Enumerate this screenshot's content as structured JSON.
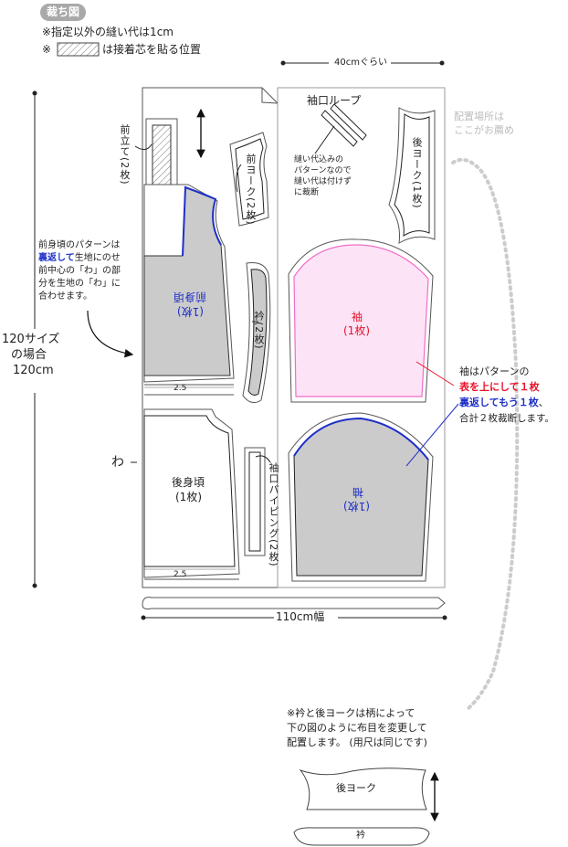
{
  "header": {
    "badge": "裁ち図",
    "seam_note": "※指定以外の縫い代は1cm",
    "interfacing_mark": "※",
    "interfacing_note": "は接着芯を貼る位置"
  },
  "dimensions": {
    "width_top": "40cmぐらい",
    "fabric_width": "110cm幅",
    "size_line1": "120サイズ",
    "size_line2": "の場合",
    "size_line3": "120cm",
    "fold": "わ"
  },
  "pieces": {
    "front_placket": "前立て(2枚)",
    "front_yoke": "前ヨーク(2枚)",
    "front_body": "前身頃",
    "front_body_count": "(1枚)",
    "collar": "衿(2枚)",
    "back_body": "後身頃",
    "back_body_count": "(1枚)",
    "cuff_binding": "袖口パイピング(2枚)",
    "cuff_loop": "袖口ループ",
    "back_yoke": "後ヨーク(1枚)",
    "sleeve_top": "袖",
    "sleeve_top_count": "(1枚)",
    "sleeve_bottom": "袖",
    "sleeve_bottom_count": "(1枚)",
    "hem_front": "2.5",
    "hem_back": "2.5"
  },
  "notes": {
    "loop_line1": "縫い代込みの",
    "loop_line2": "パターンなので",
    "loop_line3": "縫い代は付けず",
    "loop_line4": "に裁断",
    "placement_line1": "配置場所は",
    "placement_line2": "ここがお薦め",
    "front_line1": "前身頃のパターンは",
    "front_line2a": "裏返して",
    "front_line2b": "生地にのせ",
    "front_line3": "前中心の「わ」の部",
    "front_line4": "分を生地の「わ」に",
    "front_line5": "合わせます。",
    "sleeve_line1": "袖はパターンの",
    "sleeve_line2": "表を上にして１枚",
    "sleeve_line3a": "裏返してもう１枚",
    "sleeve_line3b": "、",
    "sleeve_line4": "合計２枚裁断します。",
    "bottom_line1": "※衿と後ヨークは柄によって",
    "bottom_line2": "下の図のように布目を変更して",
    "bottom_line3": "配置します。 (用尺は同じです)",
    "bottom_yoke": "後ヨーク",
    "bottom_collar": "衿"
  },
  "colors": {
    "blue": "#1e2fc8",
    "red": "#e8132a",
    "pink_fill": "#fde3f6",
    "pink_stroke": "#f06ec8",
    "gray_fill": "#cbcbcb",
    "dotted": "#cccccc"
  }
}
